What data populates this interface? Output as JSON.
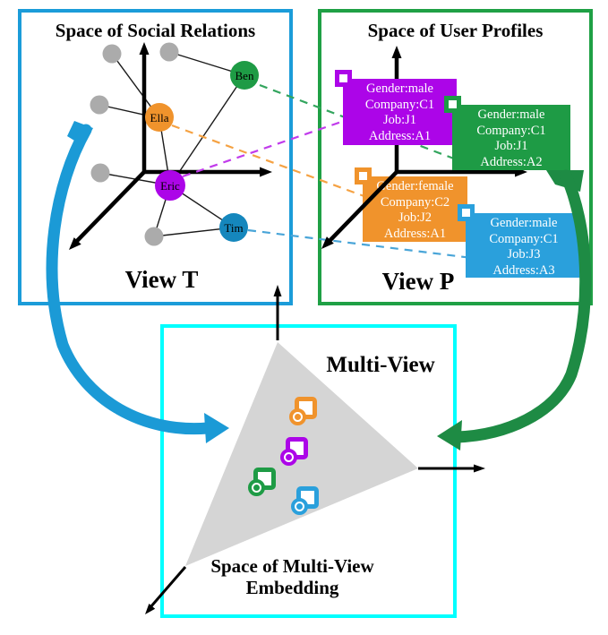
{
  "palette": {
    "view_t_border": "#1b9cd9",
    "view_p_border": "#1fa045",
    "multi_view_border": "#00ffff",
    "orange": "#f0932c",
    "purple": "#ac05e8",
    "green": "#1e9b45",
    "blue": "#2aa0dc",
    "tim_blue": "#1587bd",
    "gray_node": "#ababab",
    "triangle_gray": "#d5d5d5",
    "blue_arrow": "#1b9ad6",
    "green_arrow": "#1e8b44",
    "dashed_green": "#33a55e",
    "dashed_purple": "#c13beb",
    "dashed_orange": "#f5a243",
    "dashed_blue": "#49a5d8",
    "axis_black": "#000000"
  },
  "view_t": {
    "title": "Space of Social Relations",
    "label": "View T",
    "nodes": [
      {
        "name": "Ben"
      },
      {
        "name": "Ella"
      },
      {
        "name": "Eric"
      },
      {
        "name": "Tim"
      }
    ]
  },
  "view_p": {
    "title": "Space of User Profiles",
    "label": "View P",
    "cards": [
      {
        "id": "purple",
        "lines": [
          "Gender:male",
          "Company:C1",
          "Job:J1",
          "Address:A1"
        ]
      },
      {
        "id": "green",
        "lines": [
          "Gender:male",
          "Company:C1",
          "Job:J1",
          "Address:A2"
        ]
      },
      {
        "id": "orange",
        "lines": [
          "Gender:female",
          "Company:C2",
          "Job:J2",
          "Address:A1"
        ]
      },
      {
        "id": "blue",
        "lines": [
          "Gender:male",
          "Company:C1",
          "Job:J3",
          "Address:A3"
        ]
      }
    ]
  },
  "multi_view": {
    "title": "Multi-View",
    "caption_line1": "Space of  Multi-View",
    "caption_line2": "Embedding"
  }
}
